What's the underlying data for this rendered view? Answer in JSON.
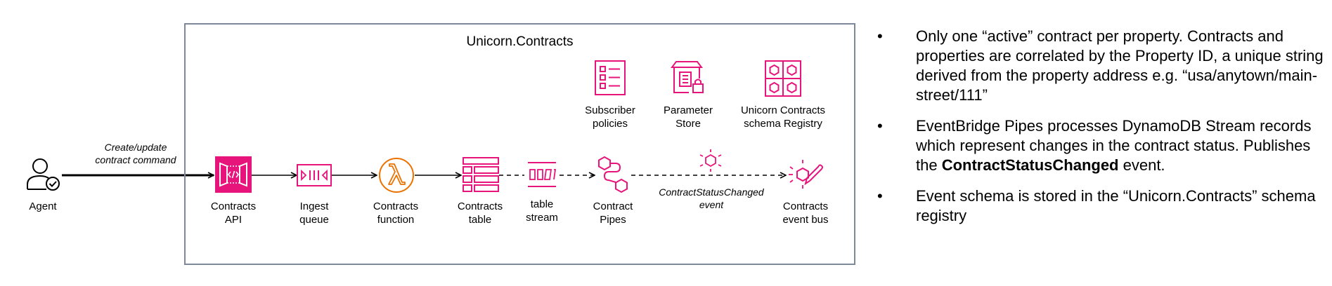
{
  "diagram": {
    "boundary_title": "Unicorn.Contracts",
    "command_label": "Create/update\ncontract command",
    "event_label": "ContractStatusChanged\nevent",
    "nodes": {
      "agent": "Agent",
      "api": "Contracts\nAPI",
      "queue": "Ingest\nqueue",
      "function": "Contracts\nfunction",
      "table": "Contracts\ntable",
      "stream": "table\nstream",
      "pipes": "Contract\nPipes",
      "bus": "Contracts\nevent bus",
      "policies": "Subscriber\npolicies",
      "store": "Parameter\nStore",
      "registry": "Unicorn Contracts\nschema Registry"
    },
    "icons": {
      "agent": "user-check-icon",
      "api": "api-gateway-icon",
      "queue": "sqs-queue-icon",
      "function": "lambda-icon",
      "table": "dynamodb-table-icon",
      "stream": "dynamodb-stream-icon",
      "pipes": "eventbridge-pipes-icon",
      "bus": "eventbridge-event-bus-icon",
      "event": "event-icon",
      "policies": "policy-list-icon",
      "store": "parameter-store-icon",
      "registry": "schema-registry-icon"
    },
    "colors": {
      "api": "#e7157b",
      "pink": "#e7157b",
      "lambda": "#ed7100",
      "boundary": "#7d8998",
      "line": "#000000"
    }
  },
  "notes": {
    "bullet": "•",
    "items": [
      {
        "pre": "Only one “active” contract per property. Contracts and properties are correlated by the Property ID, a unique string derived from the property address e.g. “usa/anytown/main-street/111”",
        "bold": "",
        "post": ""
      },
      {
        "pre": "EventBridge Pipes processes DynamoDB Stream records which represent changes in the contract status. Publishes the ",
        "bold": "ContractStatusChanged",
        "post": " event."
      },
      {
        "pre": "Event schema is stored in the “Unicorn.Contracts” schema registry",
        "bold": "",
        "post": ""
      }
    ]
  }
}
